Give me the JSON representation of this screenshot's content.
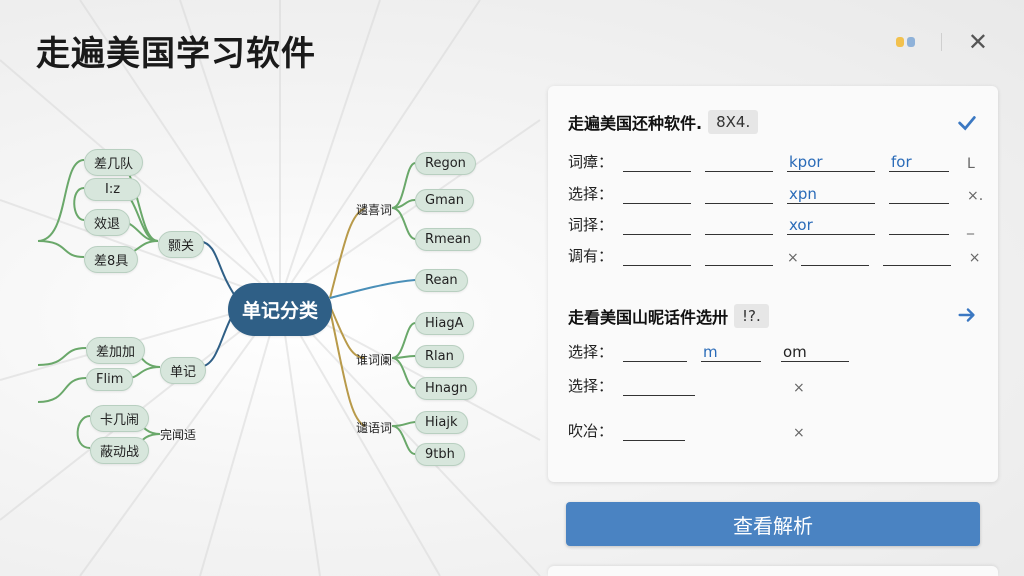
{
  "app": {
    "title": "走遍美国学习软件"
  },
  "mindmap": {
    "center": "单记分类",
    "left_groups": [
      {
        "label": "颢关",
        "children": [
          "差几队",
          "I:z",
          "效退",
          "差8具"
        ]
      },
      {
        "label": "单记",
        "children": [
          "差加加",
          "Flim"
        ]
      },
      {
        "label": "完闻适",
        "children": [
          "卡几闹",
          "蔽动战"
        ]
      }
    ],
    "right_groups": [
      {
        "label": "谴喜词",
        "children": [
          "Regon",
          "Gman",
          "Rmean"
        ]
      },
      {
        "label": "",
        "children": [
          "Rean"
        ]
      },
      {
        "label": "谁词阑",
        "children": [
          "HiagA",
          "Rlan",
          "Hnagn"
        ]
      },
      {
        "label": "谴语词",
        "children": [
          "Hiajk",
          "9tbh"
        ]
      }
    ]
  },
  "panel": {
    "q1": {
      "title": "走遍美国还种软件.",
      "badge": "8X4.",
      "rows": [
        {
          "label": "词瘴：",
          "blanks": [
            "",
            "",
            "kpor",
            "for"
          ],
          "mark": "L"
        },
        {
          "label": "选择：",
          "blanks": [
            "",
            "",
            "xpn",
            ""
          ],
          "mark": "×."
        },
        {
          "label": "词择：",
          "blanks": [
            "",
            "",
            "xor",
            ""
          ],
          "mark": "_"
        },
        {
          "label": "调有：",
          "blanks": [
            "",
            "",
            "",
            ""
          ],
          "x_before_third": "×",
          "mark": "×"
        }
      ]
    },
    "q2": {
      "title": "走看美国山昵话件选卅",
      "badge": "!?.",
      "rows": [
        {
          "label": "选择：",
          "blanks": [
            "",
            "m"
          ],
          "trailing": "om"
        },
        {
          "label": "选择：",
          "blanks": [
            ""
          ],
          "mark": "×"
        },
        {
          "label": "吹冶：",
          "blanks": [
            ""
          ],
          "mark": "×"
        }
      ]
    }
  },
  "actions": {
    "analyze_label": "查看解析"
  },
  "colors": {
    "accent": "#4a83c2",
    "center_node": "#2f5f86",
    "node_fill": "#d7e6dc"
  }
}
